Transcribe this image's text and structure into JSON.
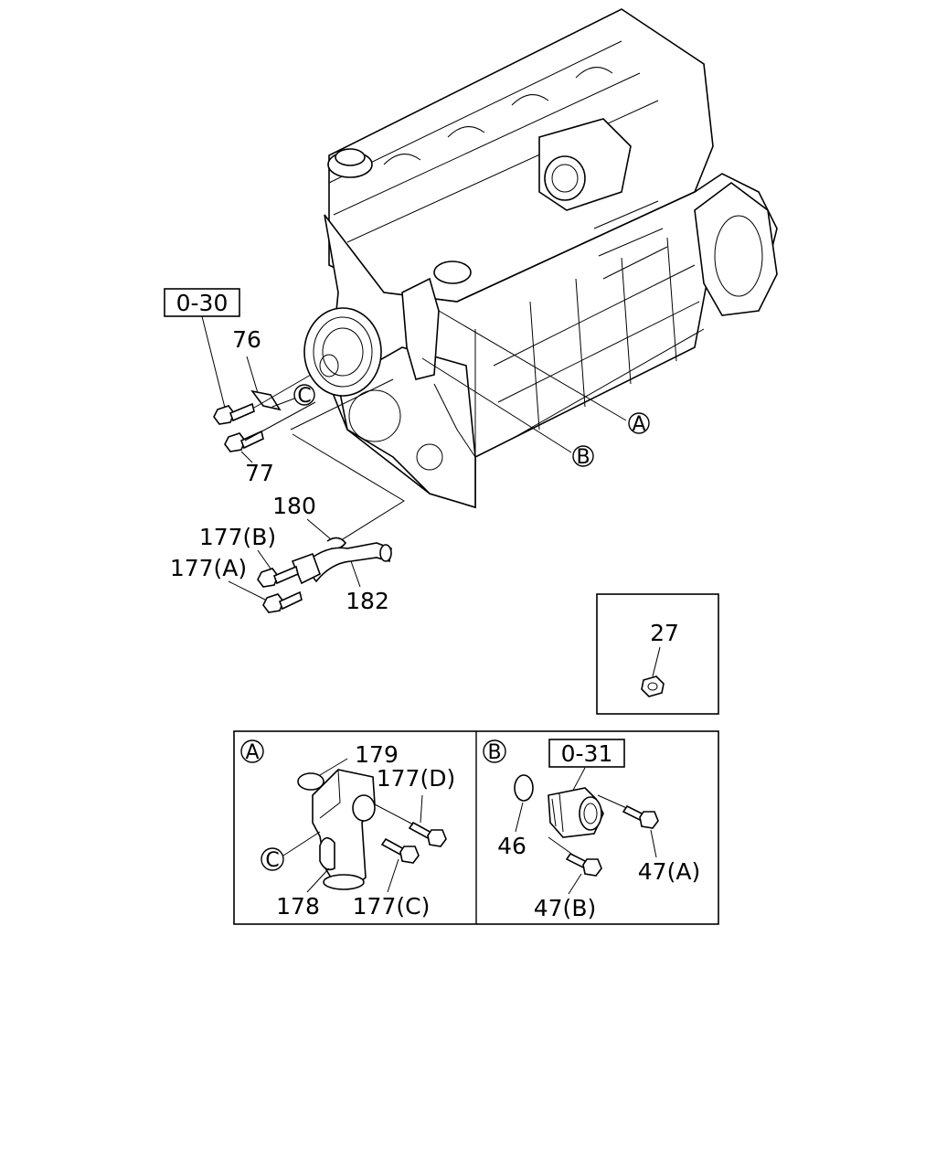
{
  "labels": {
    "ref_030": "0-30",
    "ref_031": "0-31",
    "p76": "76",
    "p77": "77",
    "p180": "180",
    "p177b": "177(B)",
    "p177a": "177(A)",
    "p182": "182",
    "p27": "27",
    "p179": "179",
    "p177d": "177(D)",
    "p178": "178",
    "p177c": "177(C)",
    "p46": "46",
    "p47a": "47(A)",
    "p47b": "47(B)"
  },
  "callouts": {
    "a": "A",
    "b": "B",
    "c": "C"
  },
  "icons": [
    "engine-assembly",
    "bolt-icon",
    "nut-icon",
    "o-ring-icon",
    "hose-icon",
    "thermostat-housing-icon",
    "outlet-pipe-icon",
    "clip-icon"
  ]
}
